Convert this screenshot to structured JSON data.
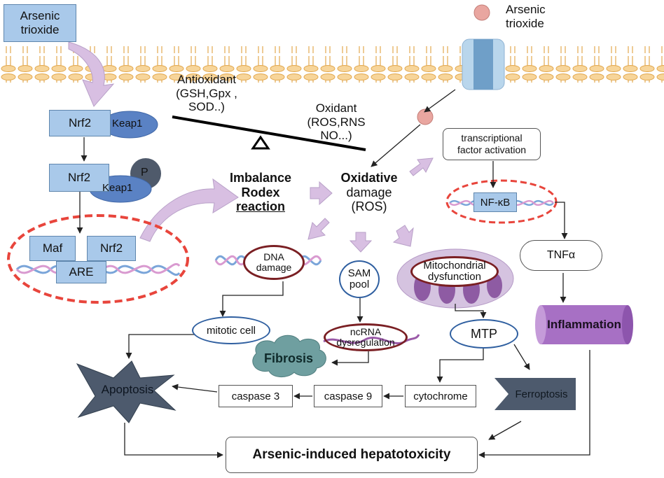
{
  "colors": {
    "membrane": "#f7d59a",
    "membrane_line": "#e2a84e",
    "protein_box": "#a9c9ea",
    "keap1": "#5a82c4",
    "phosphate": "#4f5a6b",
    "arrow_fill": "#d8bfe2",
    "dashed_ring": "#e8453c",
    "dark_red_ring": "#7a1f23",
    "inflammation": "#a770c4",
    "fibrosis": "#6f9fa0",
    "apoptosis": "#4d5a6d",
    "ferroptosis": "#4d5a6d",
    "mito": "#d5c3e0",
    "dna_blue": "#7aa5d9",
    "dna_pink": "#d99ad0"
  },
  "left_pathway": {
    "arsenic_box": [
      "Arsenic",
      "trioxide"
    ],
    "nrf2_1": "Nrf2",
    "keap1_1": "Keap1",
    "nrf2_2": "Nrf2",
    "keap1_2": "Keap1",
    "phosphate": "P",
    "maf": "Maf",
    "nrf2_3": "Nrf2",
    "are": "ARE"
  },
  "right_entry": {
    "arsenic_label": [
      "Arsenic",
      "trioxide"
    ]
  },
  "balance": {
    "antioxidant": [
      "Antioxidant",
      "(GSH,Gpx ,",
      "SOD..)"
    ],
    "oxidant": [
      "Oxidant",
      "(ROS,RNS",
      "NO...)"
    ]
  },
  "center": {
    "imbalance": [
      "Imbalance",
      "Rodex",
      "reaction"
    ],
    "oxidative": "Oxidative",
    "damage": "damage",
    "ros": "(ROS)"
  },
  "nodes": {
    "tf_activation": [
      "transcriptional",
      "factor activation"
    ],
    "nfkb": "NF-κB",
    "tnfa": "TNFα",
    "inflammation": "Inflammation",
    "dna_damage": [
      "DNA",
      "damage"
    ],
    "mitotic_cell": "mitotic cell",
    "sam_pool": [
      "SAM",
      "pool"
    ],
    "ncrna": [
      "ncRNA",
      "dysregulation"
    ],
    "fibrosis": "Fibrosis",
    "mito": [
      "Mitochondrial",
      "dysfunction"
    ],
    "mtp": "MTP",
    "ferroptosis": "Ferroptosis",
    "cytochrome": "cytochrome",
    "caspase9": "caspase 9",
    "caspase3": "caspase 3",
    "apoptosis": "Apoptosis",
    "outcome": "Arsenic-induced hepatotoxicity"
  }
}
